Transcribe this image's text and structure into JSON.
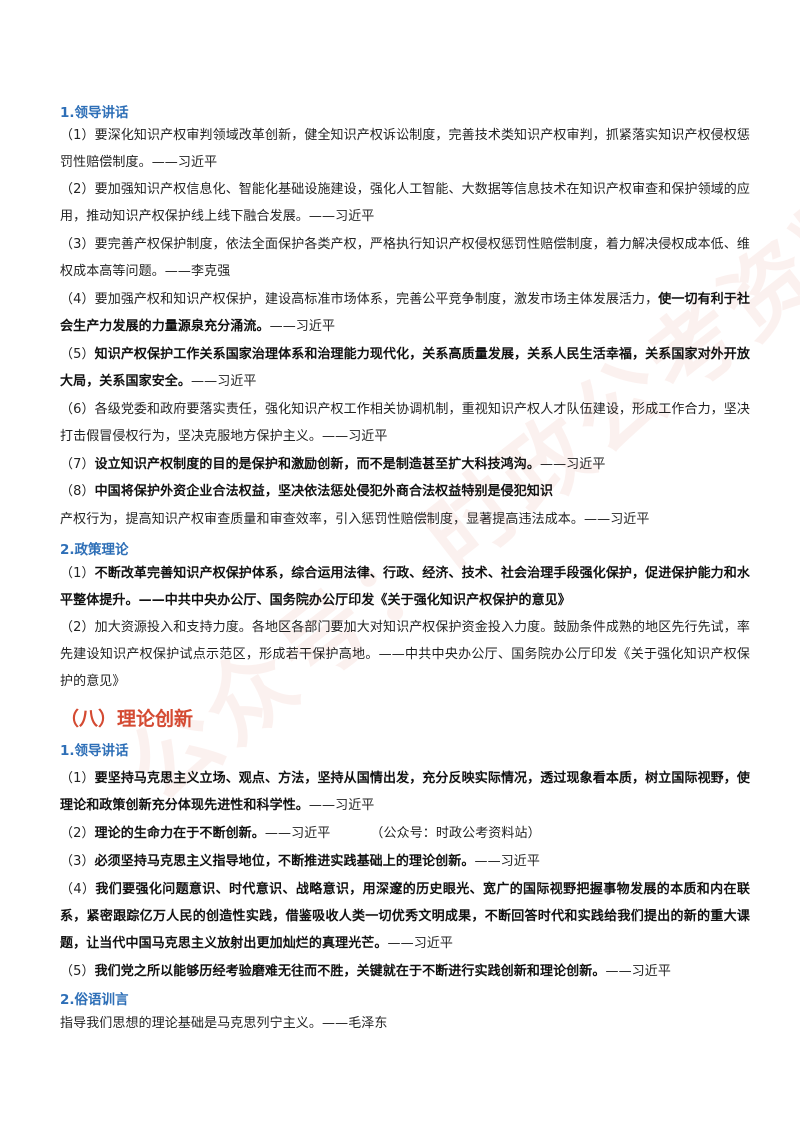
{
  "watermark": "公众号：时政公考资料站",
  "section1": {
    "heading1": "1.领导讲话",
    "items": [
      {
        "prefix": "（1）",
        "text": "要深化知识产权审判领域改革创新，健全知识产权诉讼制度，完善技术类知识产权审判，抓紧落实知识产权侵权惩罚性赔偿制度。——习近平"
      },
      {
        "prefix": "（2）",
        "text": "要加强知识产权信息化、智能化基础设施建设，强化人工智能、大数据等信息技术在知识产权审查和保护领域的应用，推动知识产权保护线上线下融合发展。——习近平"
      },
      {
        "prefix": "（3）",
        "text": "要完善产权保护制度，依法全面保护各类产权，严格执行知识产权侵权惩罚性赔偿制度，着力解决侵权成本低、维权成本高等问题。——李克强"
      },
      {
        "prefix": "（4）",
        "text": "要加强产权和知识产权保护，建设高标准市场体系，完善公平竞争制度，激发市场主体发展活力，",
        "bold": "使一切有利于社会生产力发展的力量源泉充分涌流。",
        "tail": "——习近平"
      },
      {
        "prefix": "（5）",
        "bold": "知识产权保护工作关系国家治理体系和治理能力现代化，关系高质量发展，关系人民生活幸福，关系国家对外开放大局，关系国家安全。",
        "tail": "——习近平"
      },
      {
        "prefix": "（6）",
        "text": "各级党委和政府要落实责任，强化知识产权工作相关协调机制，重视知识产权人才队伍建设，形成工作合力，坚决打击假冒侵权行为，坚决克服地方保护主义。——习近平"
      },
      {
        "prefix": "（7）",
        "bold": "设立知识产权制度的目的是保护和激励创新，而不是制造甚至扩大科技鸿沟。",
        "tail": "——习近平"
      },
      {
        "prefix": "（8）",
        "bold": "中国将保护外资企业合法权益，坚决依法惩处侵犯外商合法权益特别是侵犯知识",
        "line2": "产权行为，提高知识产权审查质量和审查效率，引入惩罚性赔偿制度，显著提高违法成本。——习近平"
      }
    ],
    "heading2": "2.政策理论",
    "policy": [
      {
        "prefix": "（1）",
        "bold": "不断改革完善知识产权保护体系，综合运用法律、行政、经济、技术、社会治理手段强化保护，促进保护能力和水平整体提升。",
        "tail": "——中共中央办公厅、国务院办公厅印发《关于强化知识产权保护的意见》"
      },
      {
        "prefix": "（2）",
        "text": "加大资源投入和支持力度。各地区各部门要加大对知识产权保护资金投入力度。鼓励条件成熟的地区先行先试，率先建设知识产权保护试点示范区，形成若干保护高地。——中共中央办公厅、国务院办公厅印发《关于强化知识产权保护的意见》"
      }
    ]
  },
  "section2": {
    "title": "（八）理论创新",
    "heading1": "1.领导讲话",
    "items": [
      {
        "prefix": "（1）",
        "bold": "要坚持马克思主义立场、观点、方法，坚持从国情出发，充分反映实际情况，透过现象看本质，树立国际视野，使理论和政策创新充分体现先进性和科学性。",
        "tail": "——习近平"
      },
      {
        "prefix": "（2）",
        "bold": "理论的生命力在于不断创新。",
        "tail": "——习近平",
        "extra": "（公众号：时政公考资料站）"
      },
      {
        "prefix": "（3）",
        "bold": "必须坚持马克思主义指导地位，不断推进实践基础上的理论创新。",
        "tail": "——习近平"
      },
      {
        "prefix": "（4）",
        "bold": "我们要强化问题意识、时代意识、战略意识，用深邃的历史眼光、宽广的国际视野把握事物发展的本质和内在联系，紧密跟踪亿万人民的创造性实践，借鉴吸收人类一切优秀文明成果，不断回答时代和实践给我们提出的新的重大课题，让当代中国马克思主义放射出更加灿烂的真理光芒。",
        "tail": "——习近平"
      },
      {
        "prefix": "（5）",
        "bold": "我们党之所以能够历经考验磨难无往而不胜，关键就在于不断进行实践创新和理论创新。",
        "tail": "——习近平"
      }
    ],
    "heading2": "2.俗语训言",
    "saying": "指导我们思想的理论基础是马克思列宁主义。——毛泽东"
  }
}
